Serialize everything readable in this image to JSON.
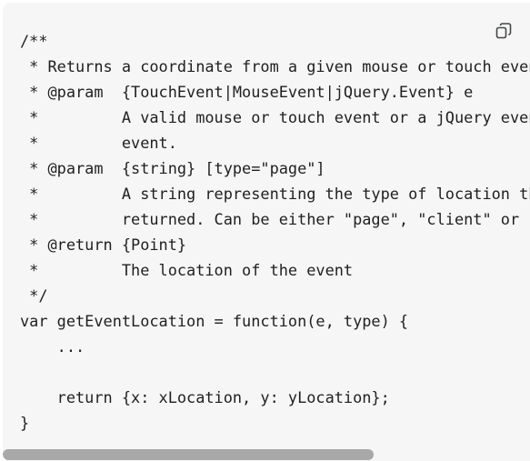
{
  "code_block": {
    "language": "javascript",
    "lines": [
      "/**",
      " * Returns a coordinate from a given mouse or touch event",
      " * @param  {TouchEvent|MouseEvent|jQuery.Event} e",
      " *         A valid mouse or touch event or a jQuery event wrapping such an",
      " *         event.",
      " * @param  {string} [type=\"page\"]",
      " *         A string representing the type of location that should be",
      " *         returned. Can be either \"page\", \"client\" or \"screen\".",
      " * @return {Point}",
      " *         The location of the event",
      " */",
      "var getEventLocation = function(e, type) {",
      "    ...",
      "",
      "    return {x: xLocation, y: yLocation};",
      "}"
    ]
  },
  "copy_button": {
    "icon": "copy-icon",
    "icon_color": "#444746"
  },
  "scrollbar": {
    "horizontal_position": 0,
    "visible_fraction": 0.7
  },
  "colors": {
    "code_background": "#f6f6f6",
    "code_text": "#1f1f1f",
    "scrollbar_thumb": "#a8a8a8"
  }
}
